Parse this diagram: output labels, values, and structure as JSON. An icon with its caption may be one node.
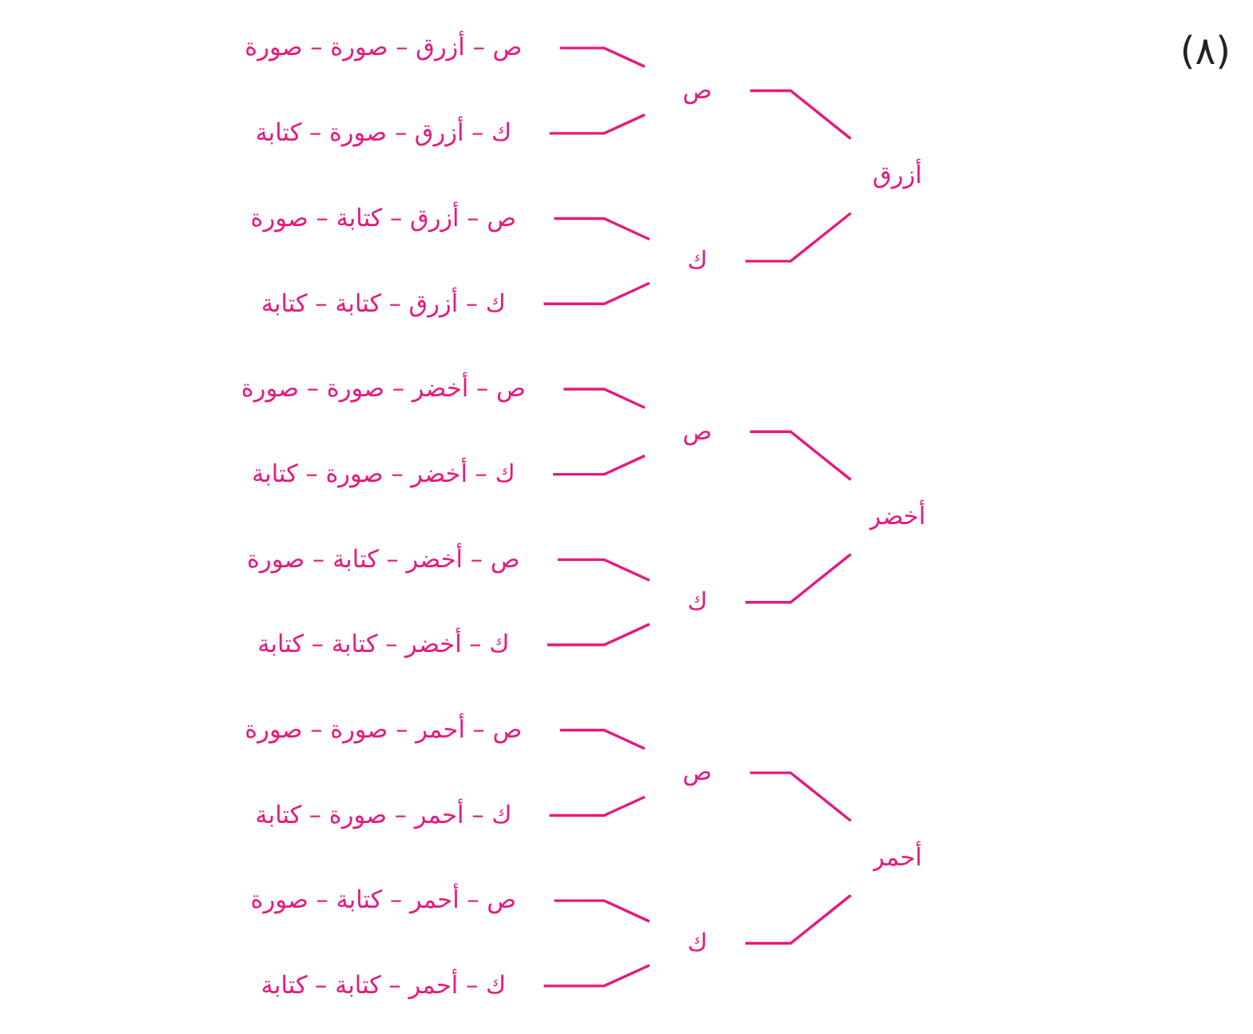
{
  "diagram": {
    "nodes": [
      {
        "text": [
          "أزرق"
        ]
      },
      {
        "text": [
          "ص"
        ]
      },
      {
        "text": [
          "ك"
        ]
      },
      {
        "text": [
          "ص – أزرق – صورة – صورة"
        ]
      },
      {
        "text": [
          "ك – أزرق – صورة – كتابة"
        ]
      },
      {
        "text": [
          "ص – أزرق – كتابة – صورة"
        ]
      },
      {
        "text": [
          "ك – أزرق – كتابة – كتابة"
        ]
      },
      {
        "text": [
          "أخضر"
        ]
      },
      {
        "text": [
          "ص"
        ]
      },
      {
        "text": [
          "ك"
        ]
      },
      {
        "text": [
          "ص – أخضر – صورة – صورة"
        ]
      },
      {
        "text": [
          "ك – أخضر – صورة – كتابة"
        ]
      },
      {
        "text": [
          "ص – أخضر – كتابة – صورة"
        ]
      },
      {
        "text": [
          "ك – أخضر – كتابة – كتابة"
        ]
      },
      {
        "text": [
          "أحمر"
        ]
      },
      {
        "text": [
          "ص"
        ]
      },
      {
        "text": [
          "ك"
        ]
      },
      {
        "text": [
          "ص – أحمر – صورة – صورة"
        ]
      },
      {
        "text": [
          "ك – أحمر – صورة – كتابة"
        ]
      },
      {
        "text": [
          "ص – أحمر – كتابة – صورة"
        ]
      },
      {
        "text": [
          "ك – أحمر – كتابة – كتابة"
        ]
      }
    ],
    "edges": [
      {
        "from": 0,
        "to": 1,
        "arrow": "none"
      },
      {
        "from": 0,
        "to": 2,
        "arrow": "none"
      },
      {
        "from": 1,
        "to": 3,
        "arrow": "none"
      },
      {
        "from": 1,
        "to": 4,
        "arrow": "none"
      },
      {
        "from": 2,
        "to": 5,
        "arrow": "none"
      },
      {
        "from": 2,
        "to": 6,
        "arrow": "none"
      },
      {
        "from": 7,
        "to": 8,
        "arrow": "none"
      },
      {
        "from": 7,
        "to": 9,
        "arrow": "none"
      },
      {
        "from": 8,
        "to": 10,
        "arrow": "none"
      },
      {
        "from": 8,
        "to": 11,
        "arrow": "none"
      },
      {
        "from": 9,
        "to": 12,
        "arrow": "none"
      },
      {
        "from": 9,
        "to": 13,
        "arrow": "none"
      },
      {
        "from": 14,
        "to": 15,
        "arrow": "none"
      },
      {
        "from": 14,
        "to": 16,
        "arrow": "none"
      },
      {
        "from": 15,
        "to": 17,
        "arrow": "none"
      },
      {
        "from": 15,
        "to": 18,
        "arrow": "none"
      },
      {
        "from": 16,
        "to": 19,
        "arrow": "none"
      },
      {
        "from": 16,
        "to": 20,
        "arrow": "none"
      }
    ],
    "labels": [
      "(٨)"
    ]
  }
}
